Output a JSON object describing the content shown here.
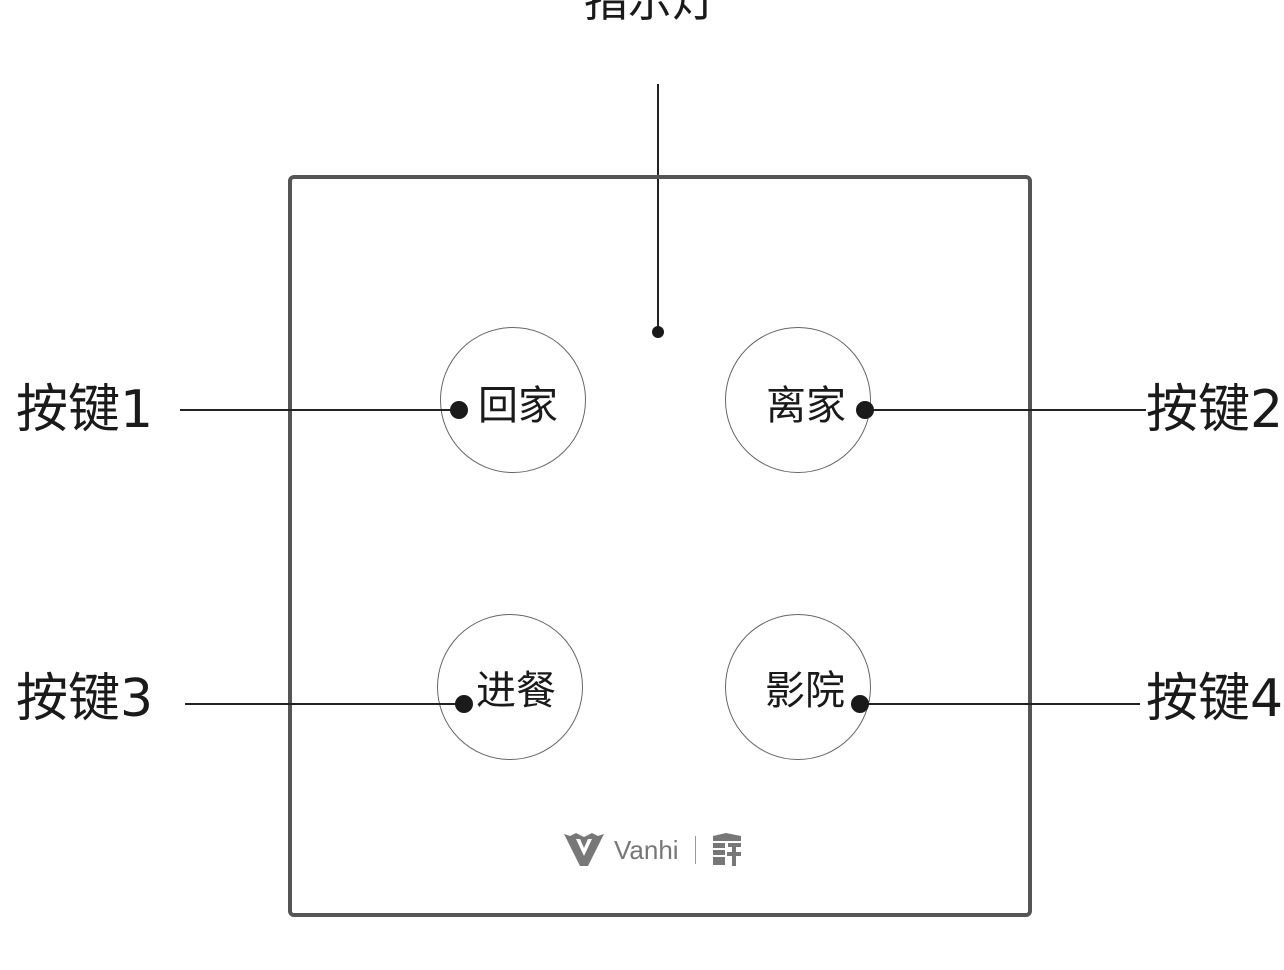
{
  "indicator": {
    "label": "指示灯"
  },
  "callouts": {
    "key1": "按键1",
    "key2": "按键2",
    "key3": "按键3",
    "key4": "按键4"
  },
  "buttons": {
    "top_left": "回家",
    "top_right": "离家",
    "bottom_left": "进餐",
    "bottom_right": "影院"
  },
  "brand": {
    "name": "Vanhi",
    "logo_icon": "vanhi-v-logo-icon",
    "partner_icon": "partner-logo-icon",
    "color": "#777777"
  }
}
